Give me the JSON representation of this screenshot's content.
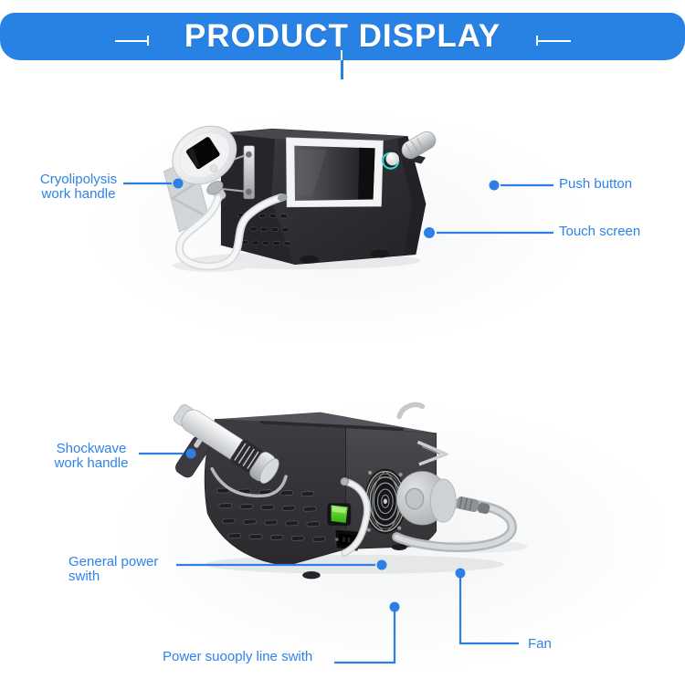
{
  "header": {
    "title": "PRODUCT DISPLAY"
  },
  "colors": {
    "banner_blue": "#2882e3",
    "label_blue": "#2f82e8",
    "callout_line_blue": "#2c80e4",
    "power_switch_green": "#3ecb1d",
    "push_button_ring_teal": "#38d8d2",
    "machine_body_dark": "#2e2e31"
  },
  "callouts": {
    "cryolipolysis_work_handle": {
      "label": "Cryolipolysis\nwork handle"
    },
    "push_button": {
      "label": "Push button"
    },
    "touch_screen": {
      "label": "Touch screen"
    },
    "shockwave_work_handle": {
      "label": "Shockwave\nwork handle"
    },
    "general_power_switch": {
      "label": "General power\nswith"
    },
    "power_supply_line_switch": {
      "label": "Power suooply line swith"
    },
    "fan": {
      "label": "Fan"
    }
  }
}
